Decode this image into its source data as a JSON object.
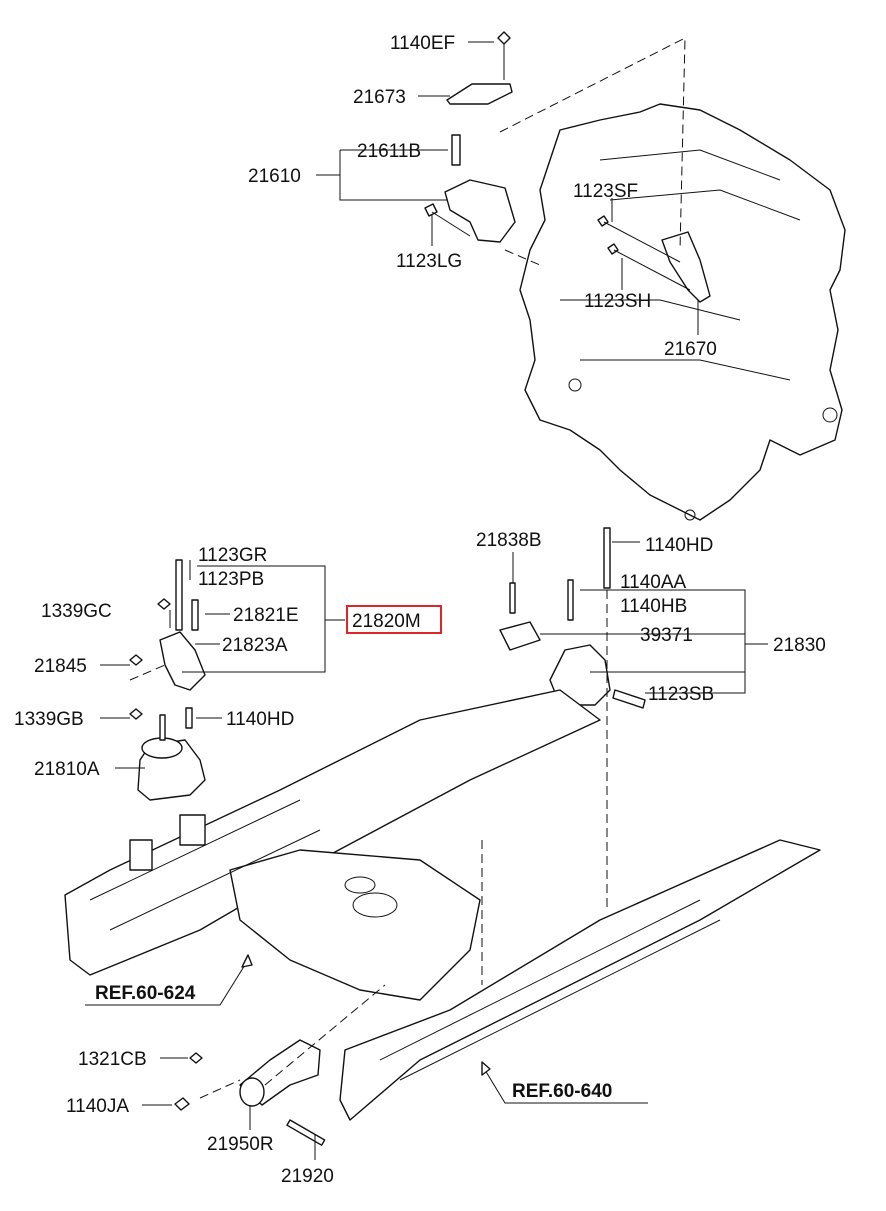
{
  "labels": {
    "p1140EF": "1140EF",
    "p21673": "21673",
    "p21611B": "21611B",
    "p21610": "21610",
    "p1123SF": "1123SF",
    "p1123LG": "1123LG",
    "p1123SH": "1123SH",
    "p21670": "21670",
    "p21838B": "21838B",
    "p1140HD_right": "1140HD",
    "p1123GR": "1123GR",
    "p1123PB": "1123PB",
    "p1339GC": "1339GC",
    "p21821E": "21821E",
    "p21820M": "21820M",
    "p21823A": "21823A",
    "p1140AA": "1140AA",
    "p1140HB": "1140HB",
    "p39371": "39371",
    "p21830": "21830",
    "p21845": "21845",
    "p1123SB": "1123SB",
    "p1339GB": "1339GB",
    "p1140HD_left": "1140HD",
    "p21810A": "21810A",
    "p1321CB": "1321CB",
    "p1140JA": "1140JA",
    "p21950R": "21950R",
    "p21920": "21920"
  },
  "references": {
    "ref_left": "REF.60-624",
    "ref_right": "REF.60-640"
  },
  "highlight": {
    "part": "21820M",
    "color": "#e0252a"
  }
}
